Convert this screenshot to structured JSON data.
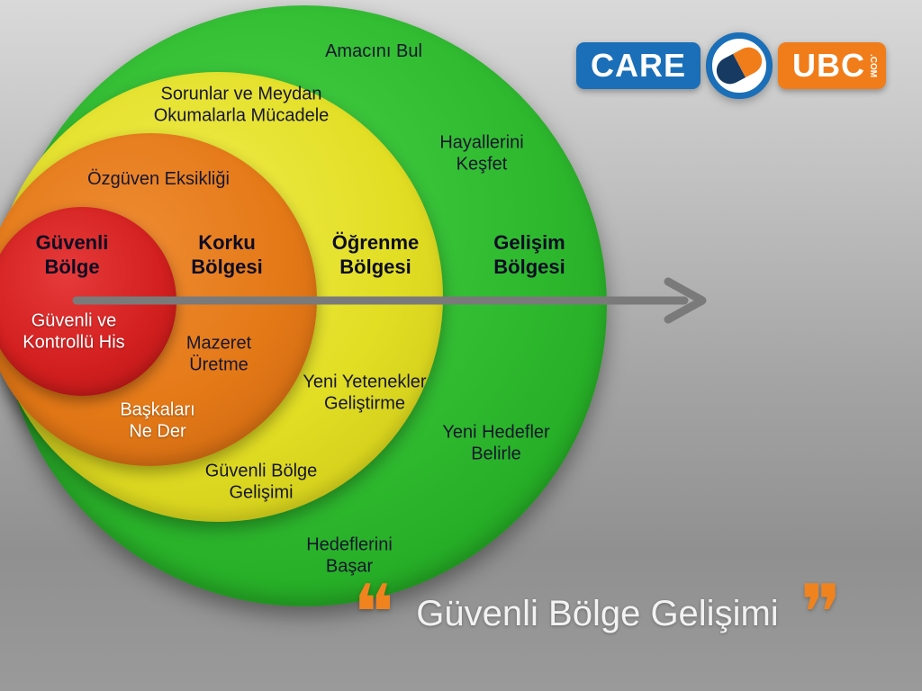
{
  "logo": {
    "care_label": "CARE",
    "ubc_label": "UBC",
    "com_label": ".COM",
    "care_bg_color": "#1a6fb8",
    "ubc_bg_color": "#f07d1a",
    "pill_left_color": "#173a63",
    "pill_right_color": "#f07d1a"
  },
  "diagram": {
    "arrow_color": "#7a7a7a",
    "zones": {
      "safe": {
        "title": "Güvenli\nBölge",
        "color": "#d42020",
        "label_lower": "Güvenli ve\nKontrollü His"
      },
      "fear": {
        "title": "Korku\nBölgesi",
        "color": "#e47917",
        "label_top": "Özgüven Eksikliği",
        "label_lower": "Mazeret\nÜretme",
        "label_bottom": "Başkaları\nNe Der"
      },
      "learning": {
        "title": "Öğrenme\nBölgesi",
        "color": "#e2de24",
        "label_top": "Sorunlar ve Meydan\nOkumalarla Mücadele",
        "label_lower": "Yeni Yetenekler\nGeliştirme",
        "label_bottom": "Güvenli Bölge\nGelişimi"
      },
      "growth": {
        "title": "Gelişim\nBölgesi",
        "color": "#2eb82e",
        "label_top": "Amacını Bul",
        "label_right_upper": "Hayallerini\nKeşfet",
        "label_right_lower": "Yeni Hedefler\nBelirle",
        "label_bottom": "Hedeflerini\nBaşar"
      }
    }
  },
  "footer": {
    "open_quote": "❝",
    "close_quote": "❞",
    "quote_text": "Güvenli Bölge Gelişimi",
    "accent_color": "#f0831e"
  }
}
